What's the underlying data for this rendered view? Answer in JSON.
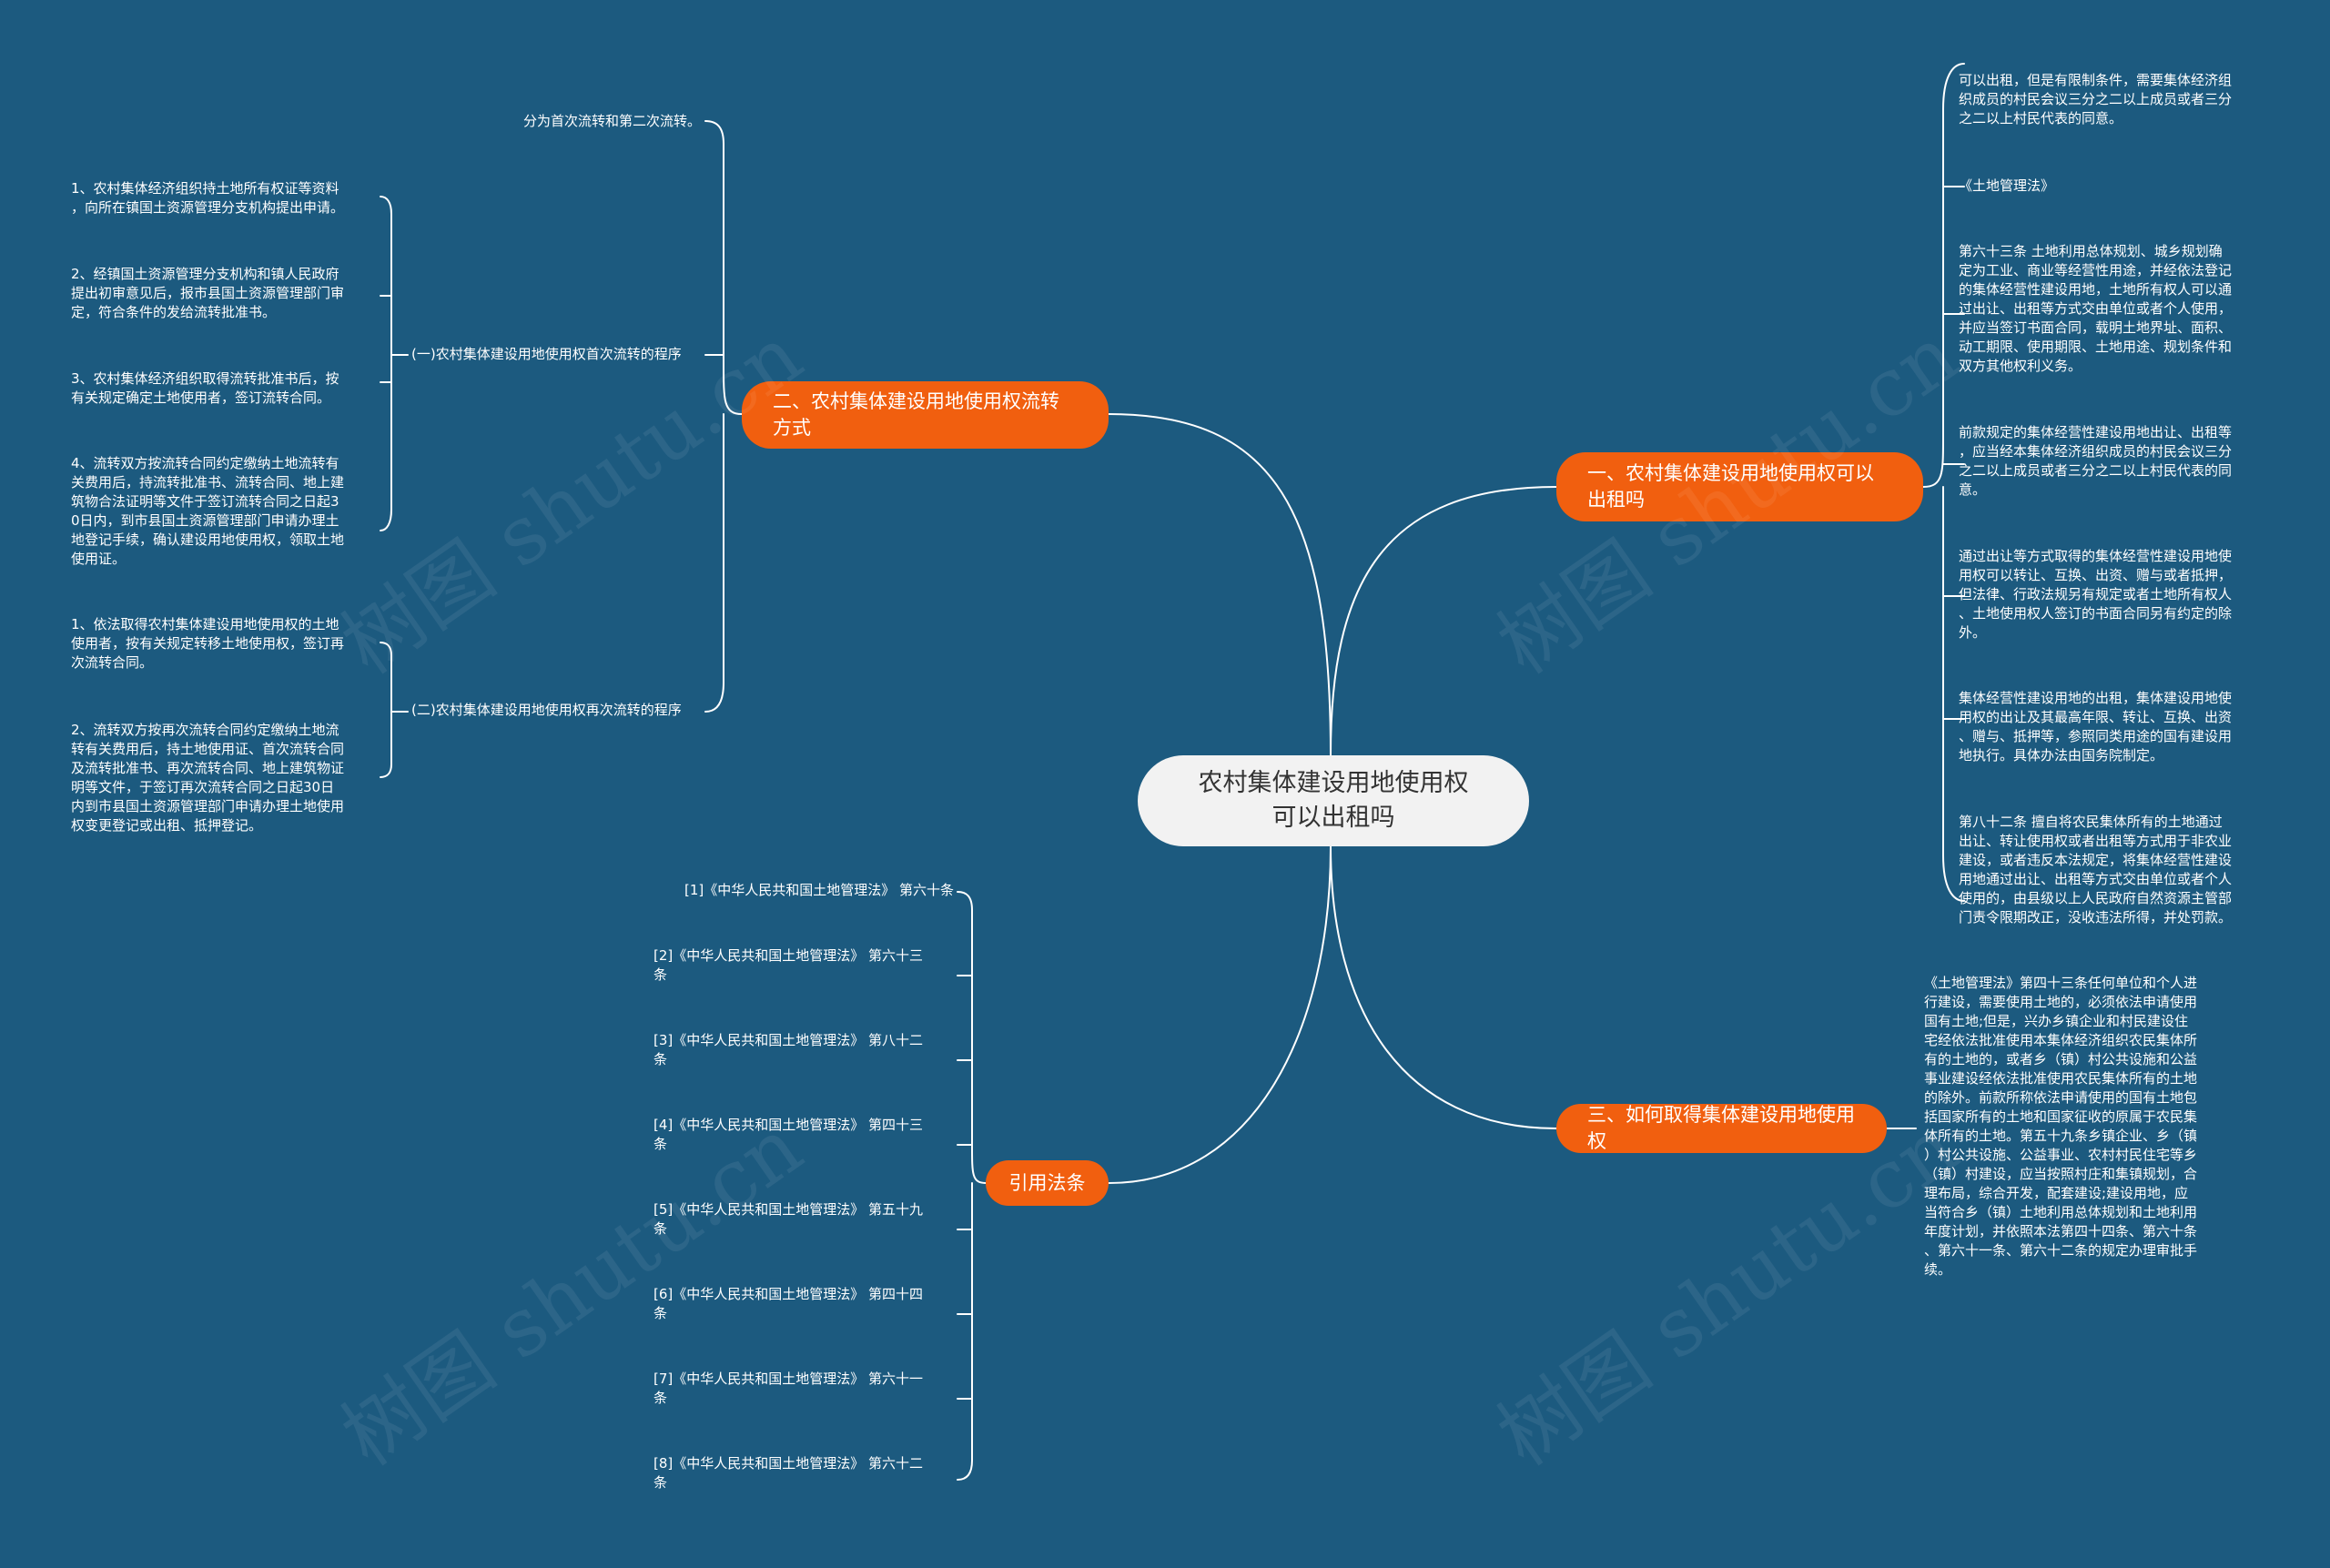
{
  "root": "农村集体建设用地使用权\n可以出租吗",
  "branches": {
    "b1": "一、农村集体建设用地使用权可以出租吗",
    "b2": "二、农村集体建设用地使用权流转方式",
    "b3": "三、如何取得集体建设用地使用权",
    "b4": "引用法条"
  },
  "b1_leaves": [
    "可以出租，但是有限制条件，需要集体经济组\n织成员的村民会议三分之二以上成员或者三分\n之二以上村民代表的同意。",
    "《土地管理法》",
    "第六十三条 土地利用总体规划、城乡规划确\n定为工业、商业等经营性用途，并经依法登记\n的集体经营性建设用地，土地所有权人可以通\n过出让、出租等方式交由单位或者个人使用，\n并应当签订书面合同，载明土地界址、面积、\n动工期限、使用期限、土地用途、规划条件和\n双方其他权利义务。",
    "前款规定的集体经营性建设用地出让、出租等\n，应当经本集体经济组织成员的村民会议三分\n之二以上成员或者三分之二以上村民代表的同\n意。",
    "通过出让等方式取得的集体经营性建设用地使\n用权可以转让、互换、出资、赠与或者抵押，\n但法律、行政法规另有规定或者土地所有权人\n、土地使用权人签订的书面合同另有约定的除\n外。",
    "集体经营性建设用地的出租，集体建设用地使\n用权的出让及其最高年限、转让、互换、出资\n、赠与、抵押等，参照同类用途的国有建设用\n地执行。具体办法由国务院制定。",
    "第八十二条 擅自将农民集体所有的土地通过\n出让、转让使用权或者出租等方式用于非农业\n建设，或者违反本法规定，将集体经营性建设\n用地通过出让、出租等方式交由单位或者个人\n使用的，由县级以上人民政府自然资源主管部\n门责令限期改正，没收违法所得，并处罚款。"
  ],
  "b2_leaves": {
    "first": "分为首次流转和第二次流转。",
    "sub1": "(一)农村集体建设用地使用权首次流转的程序",
    "sub1_items": [
      "1、农村集体经济组织持土地所有权证等资料\n，向所在镇国土资源管理分支机构提出申请。",
      "2、经镇国土资源管理分支机构和镇人民政府\n提出初审意见后，报市县国土资源管理部门审\n定，符合条件的发给流转批准书。",
      "3、农村集体经济组织取得流转批准书后，按\n有关规定确定土地使用者，签订流转合同。",
      "4、流转双方按流转合同约定缴纳土地流转有\n关费用后，持流转批准书、流转合同、地上建\n筑物合法证明等文件于签订流转合同之日起3\n0日内，到市县国土资源管理部门申请办理土\n地登记手续，确认建设用地使用权，领取土地\n使用证。"
    ],
    "sub2": "(二)农村集体建设用地使用权再次流转的程序",
    "sub2_items": [
      "1、依法取得农村集体建设用地使用权的土地\n使用者，按有关规定转移土地使用权，签订再\n次流转合同。",
      "2、流转双方按再次流转合同约定缴纳土地流\n转有关费用后，持土地使用证、首次流转合同\n及流转批准书、再次流转合同、地上建筑物证\n明等文件，于签订再次流转合同之日起30日\n内到市县国土资源管理部门申请办理土地使用\n权变更登记或出租、抵押登记。"
    ]
  },
  "b3_leaf": "《土地管理法》第四十三条任何单位和个人进\n行建设，需要使用土地的，必须依法申请使用\n国有土地;但是，兴办乡镇企业和村民建设住\n宅经依法批准使用本集体经济组织农民集体所\n有的土地的，或者乡（镇）村公共设施和公益\n事业建设经依法批准使用农民集体所有的土地\n的除外。前款所称依法申请使用的国有土地包\n括国家所有的土地和国家征收的原属于农民集\n体所有的土地。第五十九条乡镇企业、乡（镇\n）村公共设施、公益事业、农村村民住宅等乡\n（镇）村建设，应当按照村庄和集镇规划，合\n理布局，综合开发，配套建设;建设用地，应\n当符合乡（镇）土地利用总体规划和土地利用\n年度计划，并依照本法第四十四条、第六十条\n、第六十一条、第六十二条的规定办理审批手\n续。",
  "b4_leaves": [
    "[1]《中华人民共和国土地管理法》 第六十条",
    "[2]《中华人民共和国土地管理法》 第六十三\n条",
    "[3]《中华人民共和国土地管理法》 第八十二\n条",
    "[4]《中华人民共和国土地管理法》 第四十三\n条",
    "[5]《中华人民共和国土地管理法》 第五十九\n条",
    "[6]《中华人民共和国土地管理法》 第四十四\n条",
    "[7]《中华人民共和国土地管理法》 第六十一\n条",
    "[8]《中华人民共和国土地管理法》 第六十二\n条"
  ],
  "watermark": "树图 shutu.cn",
  "colors": {
    "background": "#1c5a7f",
    "branch": "#f15f0f",
    "root": "#f2f2f2",
    "line": "#ffffff"
  }
}
